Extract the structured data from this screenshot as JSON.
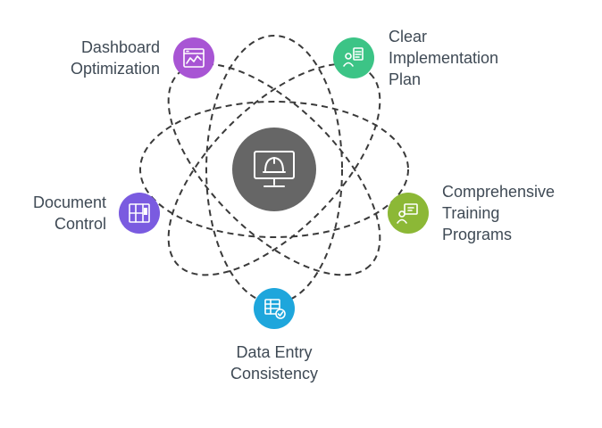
{
  "center": {
    "icon": "computer-with-hard-hat-icon",
    "color": "#666666"
  },
  "nodes": [
    {
      "id": "dashboard-optimization",
      "lines": [
        "Dashboard",
        "Optimization"
      ],
      "icon": "dashboard-chart-icon",
      "color": "#a855d4"
    },
    {
      "id": "clear-implementation-plan",
      "lines": [
        "Clear",
        "Implementation",
        "Plan"
      ],
      "icon": "strategy-plan-icon",
      "color": "#3cc486"
    },
    {
      "id": "comprehensive-training-programs",
      "lines": [
        "Comprehensive",
        "Training",
        "Programs"
      ],
      "icon": "presentation-training-icon",
      "color": "#8cb836"
    },
    {
      "id": "data-entry-consistency",
      "lines": [
        "Data Entry",
        "Consistency"
      ],
      "icon": "table-check-icon",
      "color": "#1ea6dc"
    },
    {
      "id": "document-control",
      "lines": [
        "Document",
        "Control"
      ],
      "icon": "document-grid-icon",
      "color": "#7a5be0"
    }
  ]
}
